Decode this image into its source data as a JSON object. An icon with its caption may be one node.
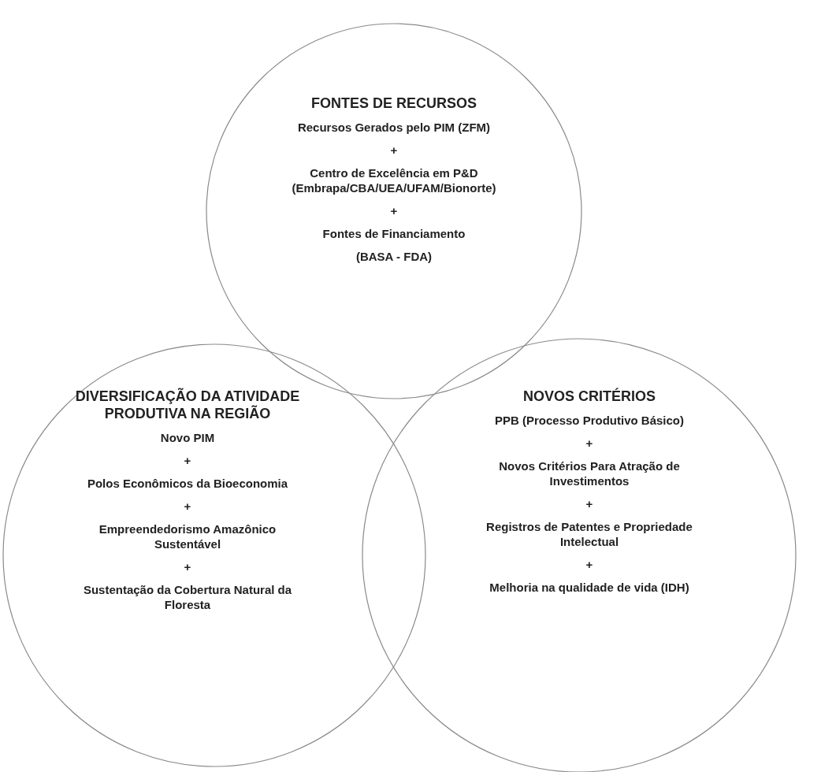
{
  "diagram": {
    "nodes": [
      {
        "text": [
          "FONTES DE RECURSOS",
          "Recursos Gerados pelo PIM (ZFM)",
          "+",
          "Centro de Excelência em P&D (Embrapa/CBA/UEA/UFAM/Bionorte)",
          "+",
          "Fontes de Financiamento",
          "(BASA - FDA)"
        ]
      },
      {
        "text": [
          "DIVERSIFICAÇÃO DA ATIVIDADE PRODUTIVA NA REGIÃO",
          "Novo PIM",
          "+",
          "Polos Econômicos da Bioeconomia",
          "+",
          "Empreendedorismo Amazônico Sustentável",
          "+",
          "Sustentação da Cobertura Natural da Floresta"
        ]
      },
      {
        "text": [
          "NOVOS CRITÉRIOS",
          "PPB (Processo Produtivo Básico)",
          "+",
          "Novos Critérios Para Atração de Investimentos",
          "+",
          "Registros de Patentes e Propriedade Intelectual",
          "+",
          "Melhoria na qualidade de vida (IDH)"
        ]
      }
    ]
  }
}
